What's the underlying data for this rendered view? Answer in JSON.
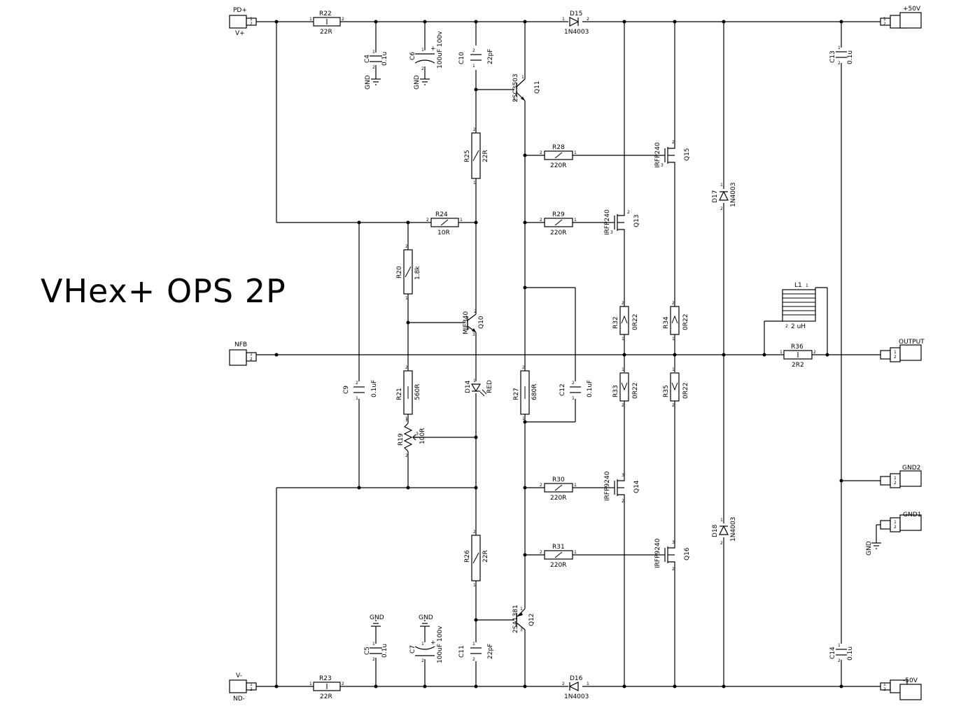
{
  "title": "VHex+ OPS 2P",
  "connectors": {
    "pd_plus": "PD+",
    "v_plus": "V+",
    "v_minus": "V-",
    "nd_minus": "ND-",
    "nfb": "NFB",
    "plus50": "+50V",
    "minus50": "-50V",
    "output": "OUTPUT",
    "gnd2": "GND2",
    "gnd1": "GND1"
  },
  "gnd_label": "GND",
  "resistors": {
    "R22": {
      "ref": "R22",
      "value": "22R"
    },
    "R23": {
      "ref": "R23",
      "value": "22R"
    },
    "R24": {
      "ref": "R24",
      "value": "10R"
    },
    "R25": {
      "ref": "R25",
      "value": "22R"
    },
    "R26": {
      "ref": "R26",
      "value": "22R"
    },
    "R20": {
      "ref": "R20",
      "value": "1.8k"
    },
    "R21": {
      "ref": "R21",
      "value": "560R"
    },
    "R19": {
      "ref": "R19",
      "value": "100R"
    },
    "R27": {
      "ref": "R27",
      "value": "680R"
    },
    "R28": {
      "ref": "R28",
      "value": "220R"
    },
    "R29": {
      "ref": "R29",
      "value": "220R"
    },
    "R30": {
      "ref": "R30",
      "value": "220R"
    },
    "R31": {
      "ref": "R31",
      "value": "220R"
    },
    "R32": {
      "ref": "R32",
      "value": "0R22"
    },
    "R33": {
      "ref": "R33",
      "value": "0R22"
    },
    "R34": {
      "ref": "R34",
      "value": "0R22"
    },
    "R35": {
      "ref": "R35",
      "value": "0R22"
    },
    "R36": {
      "ref": "R36",
      "value": "2R2"
    }
  },
  "capacitors": {
    "C4": {
      "ref": "C4",
      "value": "0.1u"
    },
    "C5": {
      "ref": "C5",
      "value": "0.1u"
    },
    "C6": {
      "ref": "C6",
      "value": "100uF 100v"
    },
    "C7": {
      "ref": "C7",
      "value": "100uF 100v"
    },
    "C9": {
      "ref": "C9",
      "value": "0.1uF"
    },
    "C10": {
      "ref": "C10",
      "value": "22pF"
    },
    "C11": {
      "ref": "C11",
      "value": "22pF"
    },
    "C12": {
      "ref": "C12",
      "value": "0.1uF"
    },
    "C13": {
      "ref": "C13",
      "value": "0.1u"
    },
    "C14": {
      "ref": "C14",
      "value": "0.1u"
    }
  },
  "diodes": {
    "D14": {
      "ref": "D14",
      "value": "RED"
    },
    "D15": {
      "ref": "D15",
      "value": "1N4003"
    },
    "D16": {
      "ref": "D16",
      "value": "1N4003"
    },
    "D17": {
      "ref": "D17",
      "value": "1N4003"
    },
    "D18": {
      "ref": "D18",
      "value": "1N4003"
    }
  },
  "transistors": {
    "Q10": {
      "ref": "Q10",
      "part": "MJE340"
    },
    "Q11": {
      "ref": "Q11",
      "part": "2SC3503"
    },
    "Q12": {
      "ref": "Q12",
      "part": "2SA1381"
    },
    "Q13": {
      "ref": "Q13",
      "part": "IRFP240"
    },
    "Q14": {
      "ref": "Q14",
      "part": "IRFP9240"
    },
    "Q15": {
      "ref": "Q15",
      "part": "IRFP240"
    },
    "Q16": {
      "ref": "Q16",
      "part": "IRFP9240"
    }
  },
  "inductor": {
    "ref": "L1",
    "value": "2 uH"
  }
}
